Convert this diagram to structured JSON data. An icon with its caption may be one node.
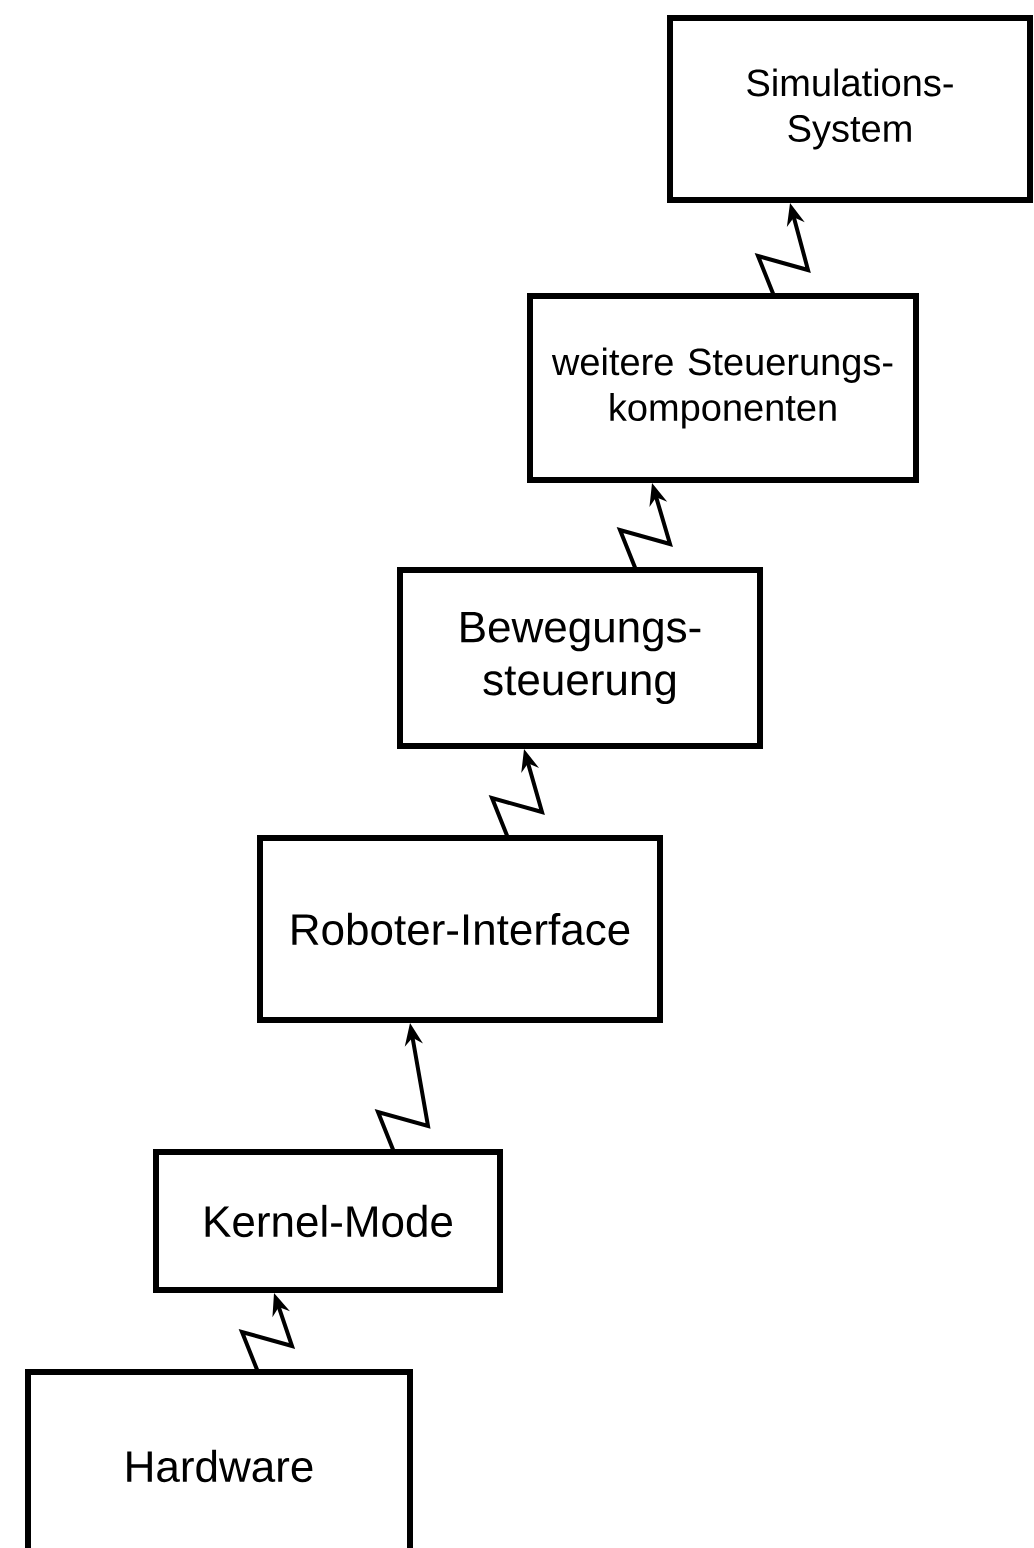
{
  "diagram": {
    "nodes": [
      {
        "text": [
          "Simulations-System"
        ]
      },
      {
        "text": [
          "weitere Steuerungs-komponenten"
        ]
      },
      {
        "text": [
          "Bewegungs-steuerung"
        ]
      },
      {
        "text": [
          "Roboter-Interface"
        ]
      },
      {
        "text": [
          "Kernel-Mode"
        ]
      },
      {
        "text": [
          "Hardware"
        ]
      }
    ],
    "edges": [
      {
        "from": 5,
        "to": 4,
        "arrow": "to"
      },
      {
        "from": 4,
        "to": 3,
        "arrow": "to"
      },
      {
        "from": 3,
        "to": 2,
        "arrow": "to"
      },
      {
        "from": 2,
        "to": 1,
        "arrow": "to"
      },
      {
        "from": 1,
        "to": 0,
        "arrow": "to"
      }
    ]
  }
}
